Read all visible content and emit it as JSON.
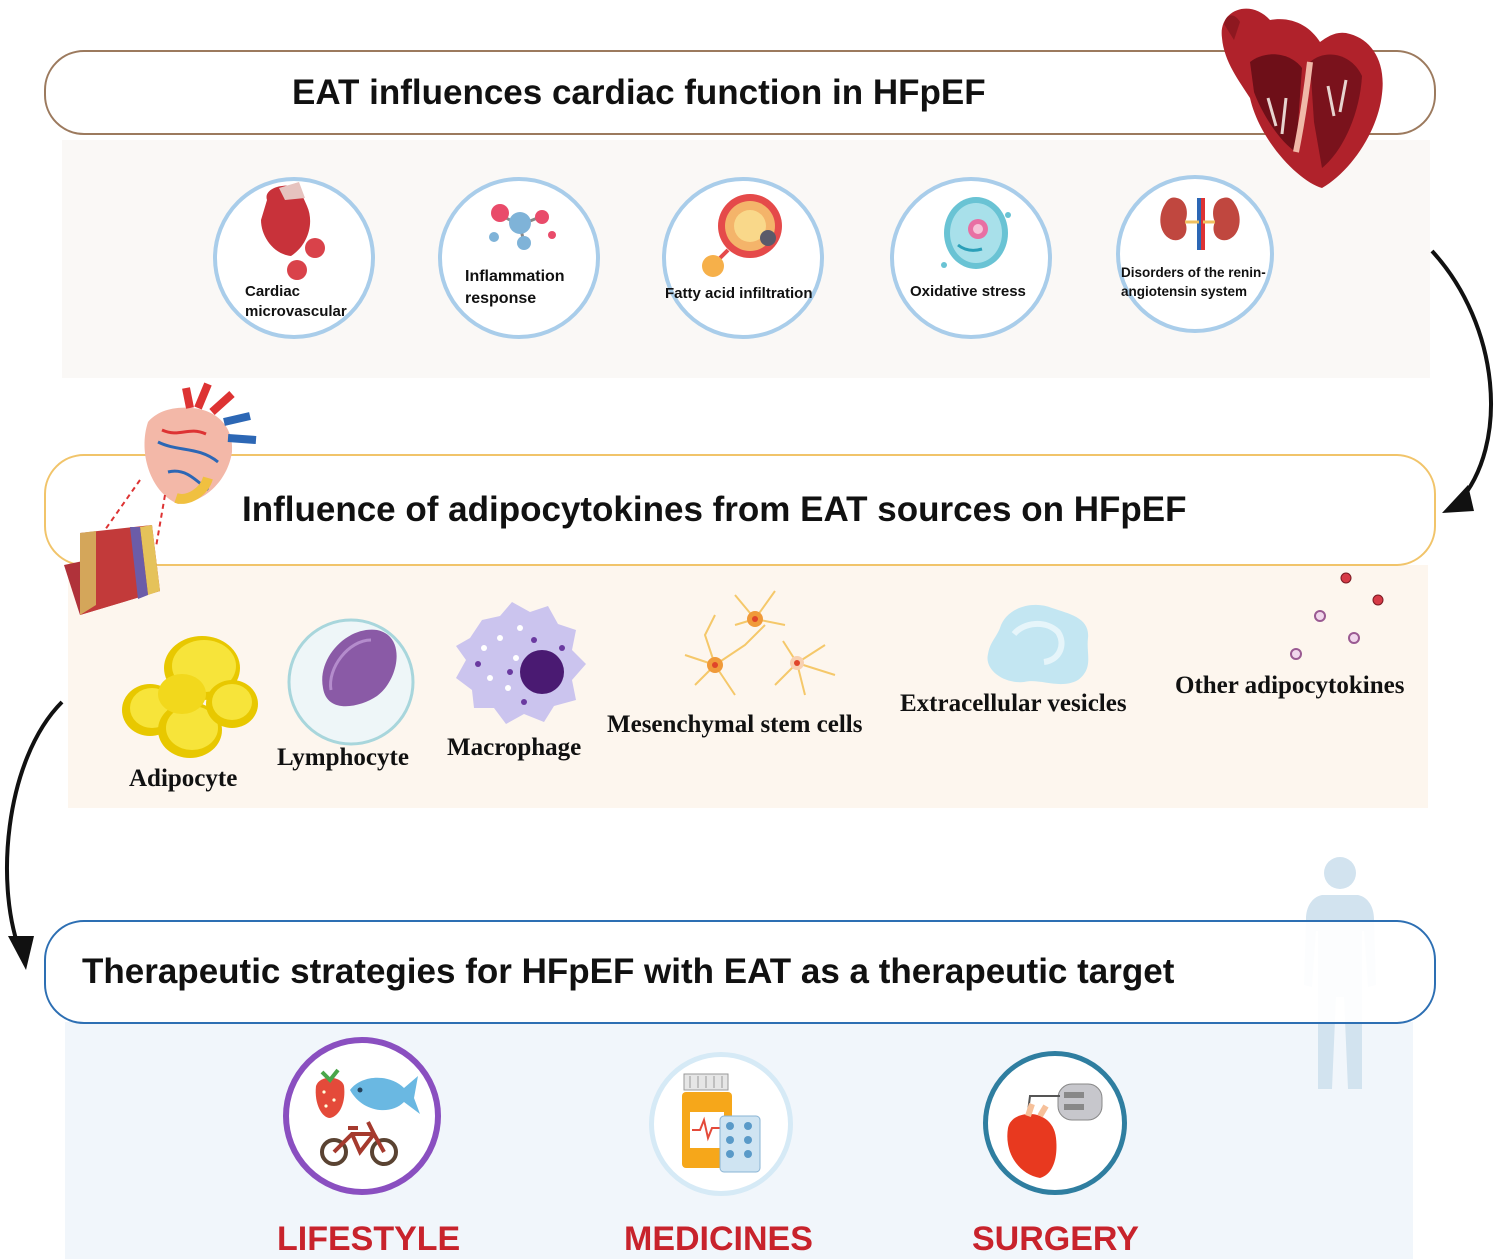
{
  "sections": [
    {
      "title": "EAT influences cardiac function in HFpEF",
      "items": [
        {
          "label": "Cardiac\nmicrovascular",
          "icon": "heart-microvascular-icon"
        },
        {
          "label": "Inflammation\nresponse",
          "icon": "molecules-icon"
        },
        {
          "label": "Fatty acid infiltration",
          "icon": "fatty-cell-icon"
        },
        {
          "label": "Oxidative stress",
          "icon": "cell-icon"
        },
        {
          "label": "Disorders of the renin-\nangiotensin system",
          "icon": "kidneys-icon"
        }
      ]
    },
    {
      "title": "Influence of adipocytokines from EAT sources on HFpEF",
      "items": [
        {
          "label": "Adipocyte",
          "icon": "adipocyte-icon"
        },
        {
          "label": "Lymphocyte",
          "icon": "lymphocyte-icon"
        },
        {
          "label": "Macrophage",
          "icon": "macrophage-icon"
        },
        {
          "label": "Mesenchymal stem cells",
          "icon": "stem-cells-icon"
        },
        {
          "label": "Extracellular vesicles",
          "icon": "vesicle-icon"
        },
        {
          "label": "Other adipocytokines",
          "icon": "dots-icon"
        }
      ]
    },
    {
      "title": "Therapeutic strategies for HFpEF with EAT as a therapeutic target",
      "items": [
        {
          "label": "LIFESTYLE",
          "icon": "food-bicycle-icon"
        },
        {
          "label": "MEDICINES",
          "icon": "pill-bottle-icon"
        },
        {
          "label": "SURGERY",
          "icon": "pacemaker-icon"
        }
      ]
    }
  ],
  "colors": {
    "section1_border": "#9c7a5e",
    "section2_border": "#f1c46a",
    "section3_border": "#2d6fb3",
    "label_red": "#c8232c",
    "circle_blue": "#a9cdea",
    "lifestyle_ring": "#8a4fc0",
    "medicines_ring": "#d6eaf6",
    "surgery_ring": "#2f7ea0"
  }
}
